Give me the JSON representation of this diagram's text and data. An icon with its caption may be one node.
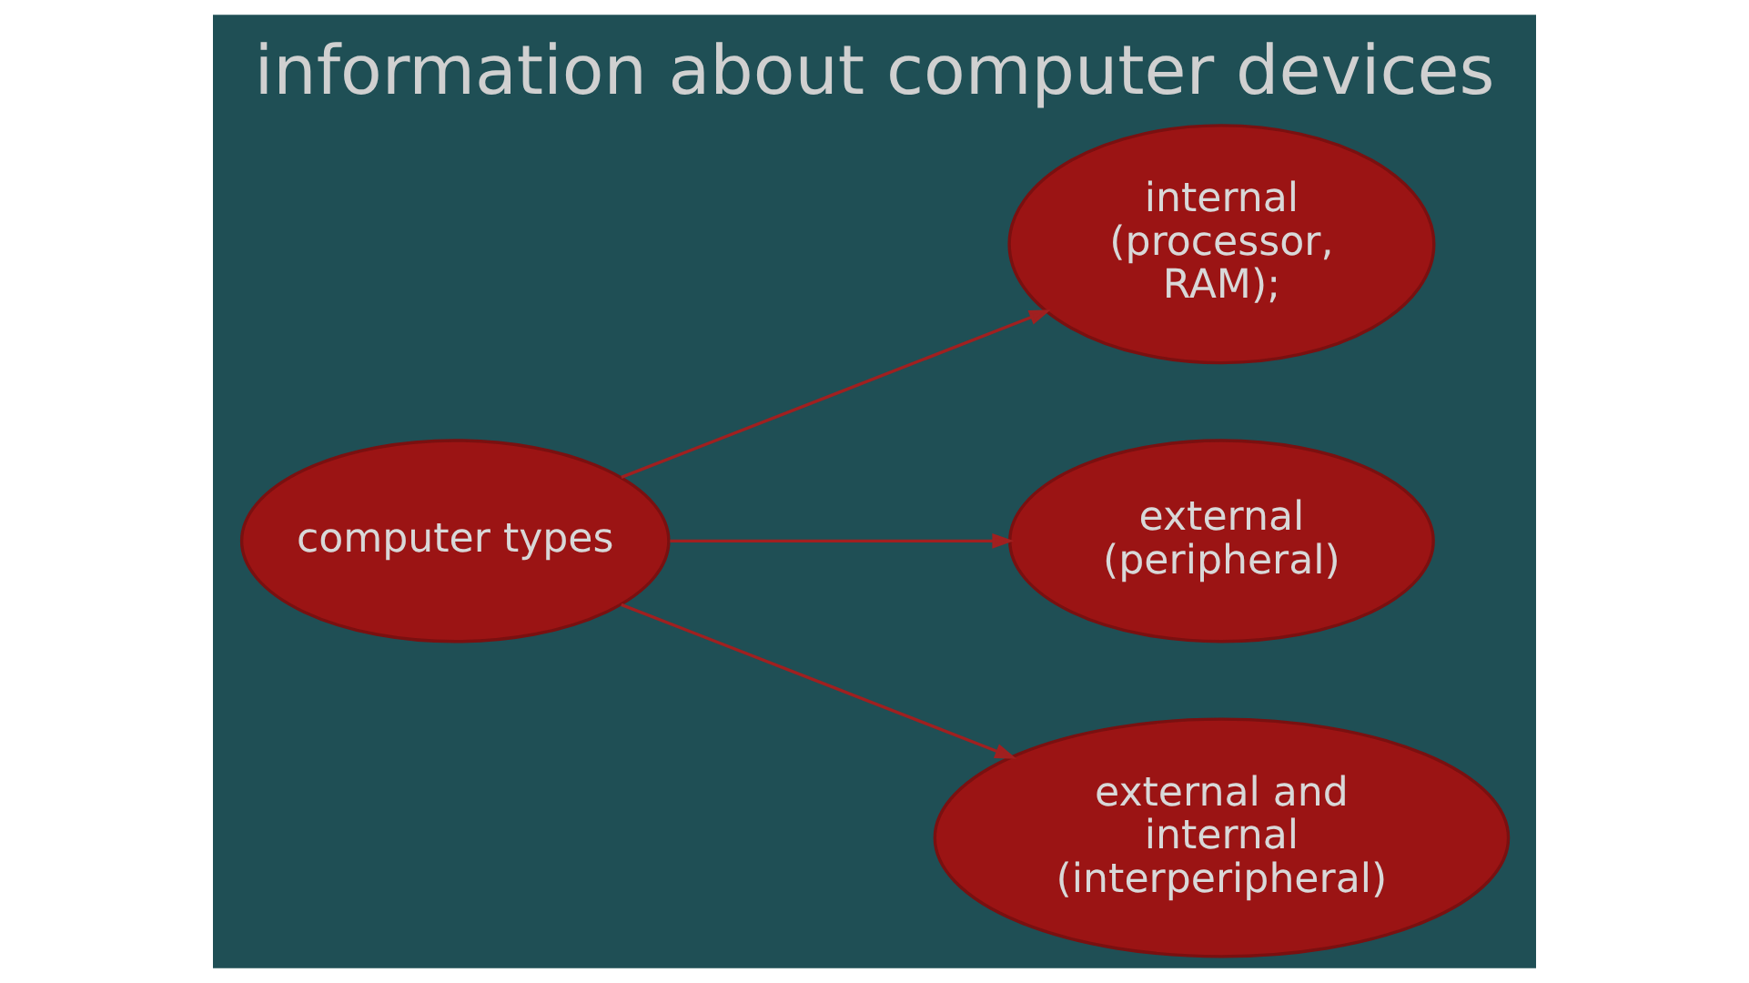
{
  "diagram": {
    "title": "information about computer devices",
    "nodes": [
      {
        "text": [
          "computer types"
        ]
      },
      {
        "text": [
          "internal (processor, RAM);"
        ]
      },
      {
        "text": [
          "external (peripheral)"
        ]
      },
      {
        "text": [
          "external and internal (interperipheral)"
        ]
      }
    ],
    "edges": [
      {
        "from": 0,
        "to": 1,
        "arrow": "to"
      },
      {
        "from": 0,
        "to": 2,
        "arrow": "to"
      },
      {
        "from": 0,
        "to": 3,
        "arrow": "to"
      }
    ]
  }
}
